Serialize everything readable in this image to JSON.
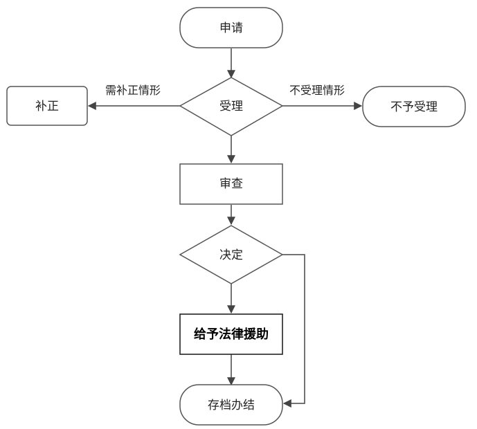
{
  "nodes": {
    "apply": "申请",
    "accept": "受理",
    "correct": "补正",
    "reject": "不予受理",
    "review": "审查",
    "decide": "决定",
    "grant": "给予法律援助",
    "archive": "存档办结"
  },
  "edges": {
    "need_correction": "需补正情形",
    "not_accepted": "不受理情形"
  }
}
